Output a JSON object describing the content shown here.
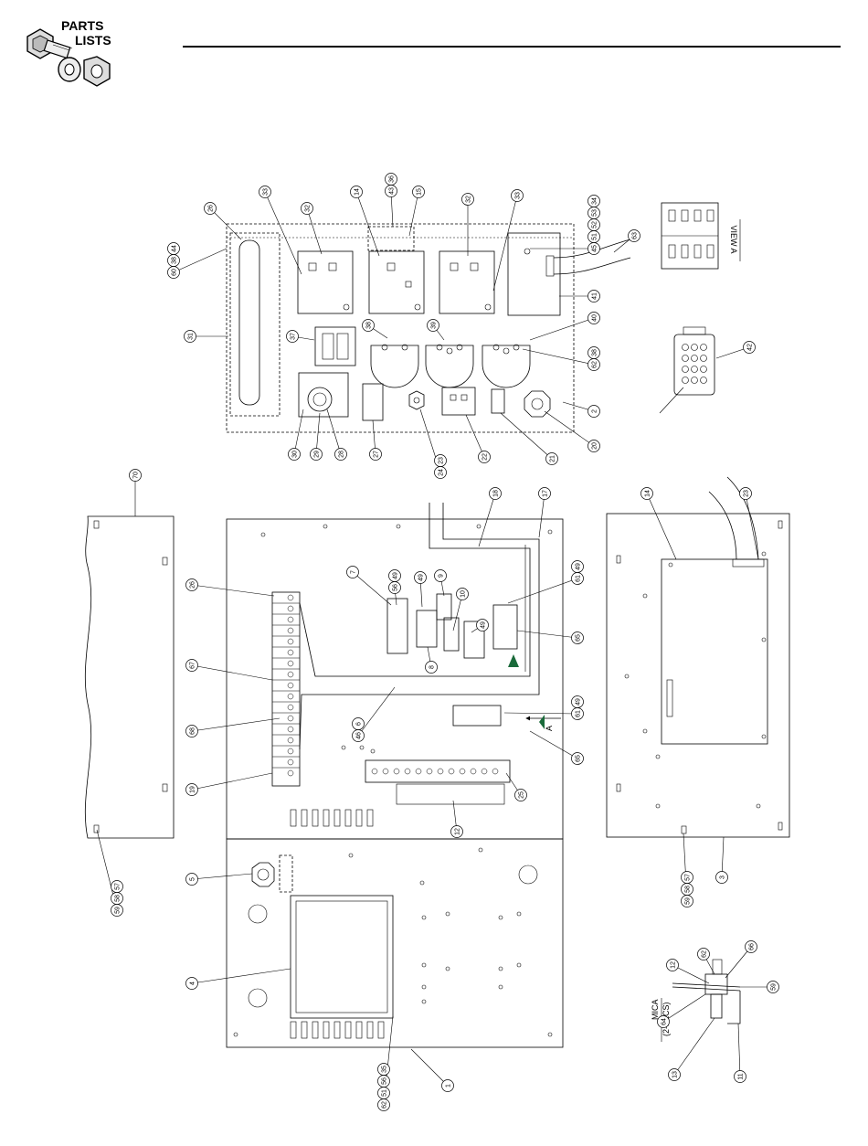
{
  "header": {
    "logo_line1": "PARTS",
    "logo_line2": "LISTS"
  },
  "view_a": {
    "label": "VIEW A"
  },
  "mica_note": {
    "line1": "MICA",
    "line2": "(2-PLCS)"
  },
  "arrow_letter": "A",
  "balloons": {
    "b26": "26",
    "b33": "33",
    "b32": "32",
    "b14": "14",
    "b36_43": "36 43",
    "b15": "15",
    "b32b": "32",
    "b33b": "33",
    "b34col": "34 53 52 51 45",
    "b63": "63",
    "b44": "44 38 60",
    "b55": "55 57",
    "b31": "31",
    "b41": "41",
    "b37": "37",
    "b38": "38",
    "b39": "39",
    "b40": "40",
    "b38_62": "38 62",
    "b42": "42",
    "b2": "2",
    "b20": "20",
    "b21": "21",
    "b22": "22",
    "b23_24": "23 24",
    "b27": "27",
    "b28": "28",
    "b29": "29",
    "b30": "30",
    "b70": "70",
    "b18": "18",
    "b17": "17",
    "b14b": "14",
    "b23b": "23",
    "b26b": "26",
    "b7": "7",
    "b49_56": "49 56",
    "b49a": "49",
    "b9": "9",
    "b10": "10",
    "b49b": "49",
    "b49_61": "49 61",
    "b67": "67",
    "b8": "8",
    "b65": "65",
    "b6_46": "6 46",
    "b68": "68",
    "b49_61b": "49 61",
    "b65b": "65",
    "b19": "19",
    "b25": "25",
    "b12": "12",
    "b57_58_59": "57 58 59",
    "b57_58_59b": "57 58 59",
    "b3": "3",
    "b5": "5",
    "b4": "4",
    "b35col": "35 56 51 62",
    "b1": "1",
    "b62": "62",
    "b12b": "12",
    "b66": "66",
    "b59": "59",
    "b64": "64",
    "b13": "13",
    "b11": "11"
  }
}
